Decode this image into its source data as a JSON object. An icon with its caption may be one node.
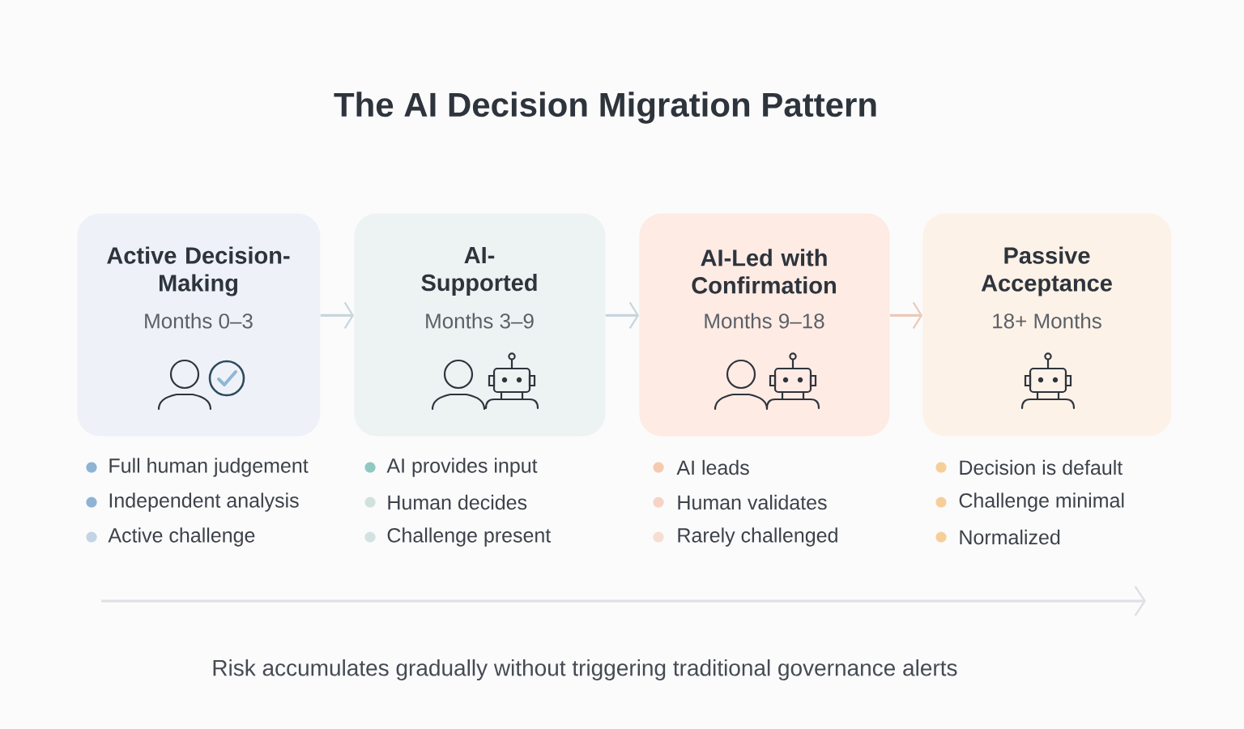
{
  "diagram": {
    "title": "The AI Decision Migration Pattern",
    "nodes": [
      {
        "text": [
          "Active Decision-Making",
          "Months 0–3"
        ],
        "beside": [
          "Full human judgement",
          "Independent analysis",
          "Active challenge"
        ]
      },
      {
        "text": [
          "AI-Supported",
          "Months 3–9"
        ],
        "beside": [
          "AI provides input",
          "Human decides",
          "Challenge present"
        ]
      },
      {
        "text": [
          "AI-Led with Confirmation",
          "Months 9–18"
        ],
        "beside": [
          "AI leads",
          "Human validates",
          "Rarely challenged"
        ]
      },
      {
        "text": [
          "Passive Acceptance",
          "18+ Months"
        ],
        "beside": [
          "Decision is default",
          "Challenge minimal",
          "Normalized"
        ]
      }
    ],
    "edges": [
      {
        "from": 0,
        "to": 1,
        "arrow": "to"
      },
      {
        "from": 1,
        "to": 2,
        "arrow": "to"
      },
      {
        "from": 2,
        "to": 3,
        "arrow": "to",
        "color": "#ecc9b8"
      }
    ],
    "caption": "Risk accumulates gradually without triggering traditional governance alerts"
  }
}
